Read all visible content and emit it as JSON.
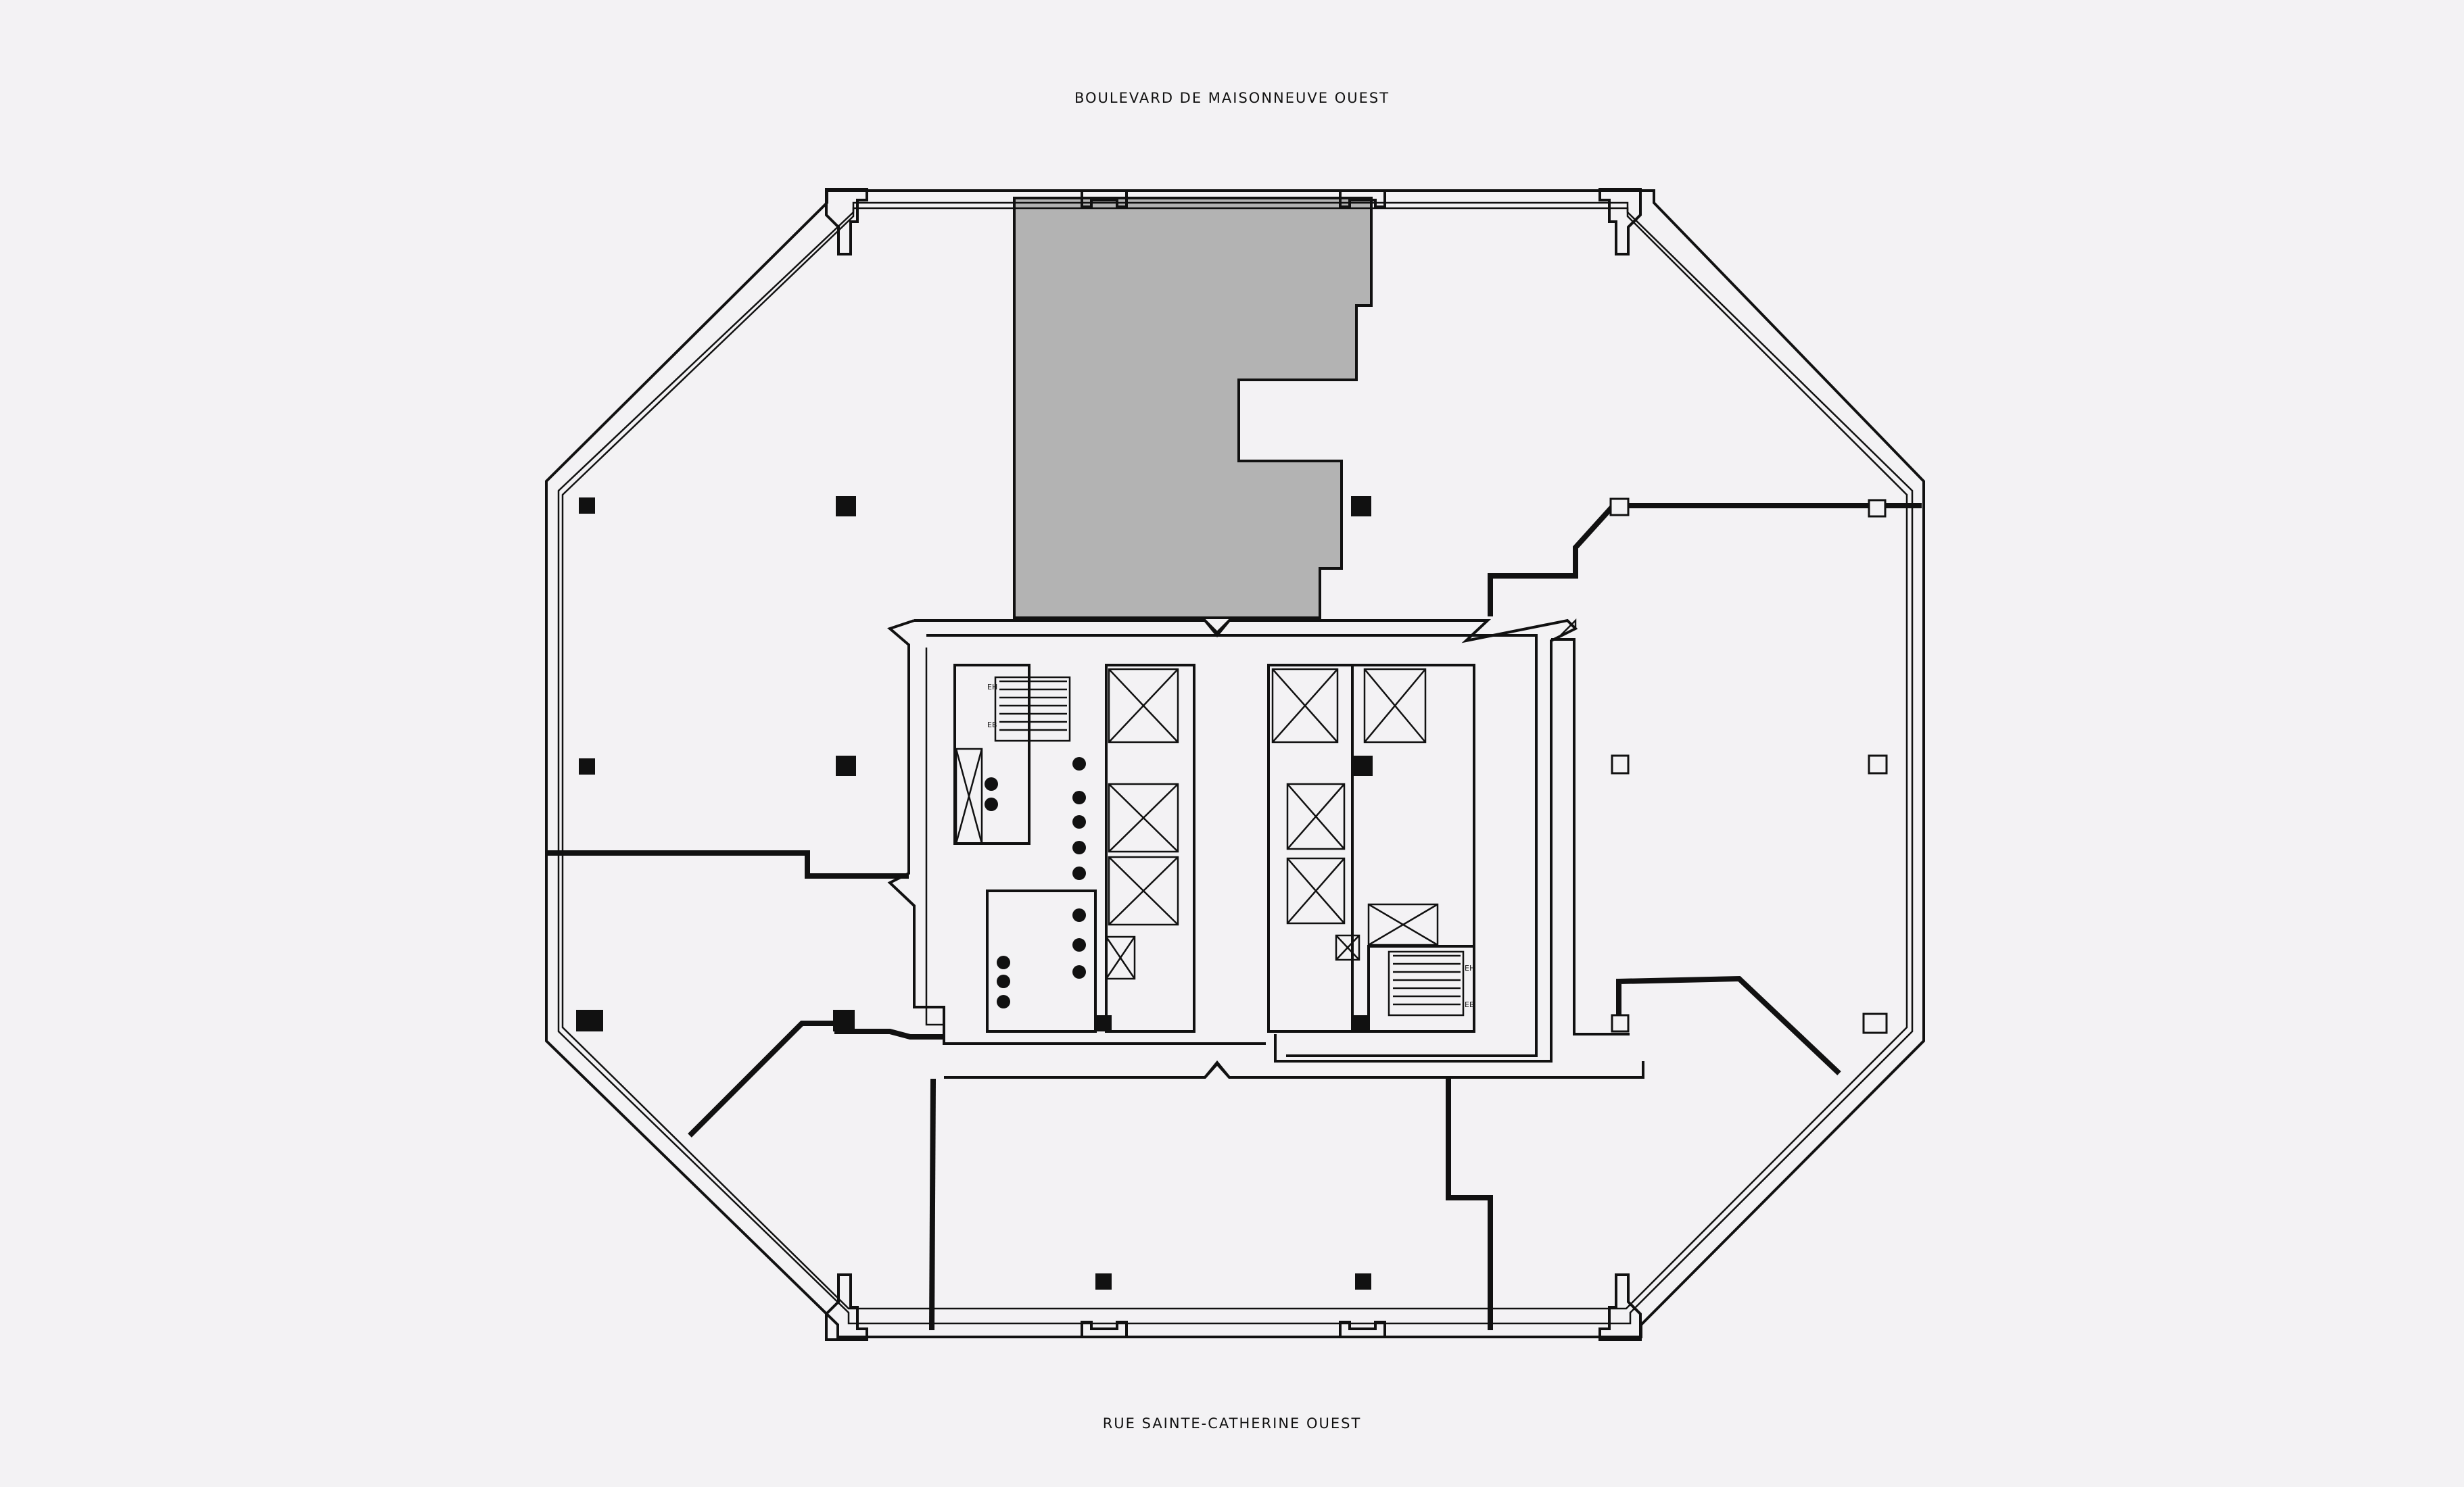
{
  "streets": {
    "north": "BOULEVARD DE MAISONNEUVE OUEST",
    "south": "RUE SAINTE-CATHERINE OUEST"
  },
  "stair_labels": {
    "left_up": "EH",
    "left_down": "EB",
    "right_up": "EH",
    "right_down": "EB"
  },
  "colors": {
    "highlight_suite": "#b3b3b3",
    "wall": "#111111",
    "background": "#f3f2f4"
  }
}
